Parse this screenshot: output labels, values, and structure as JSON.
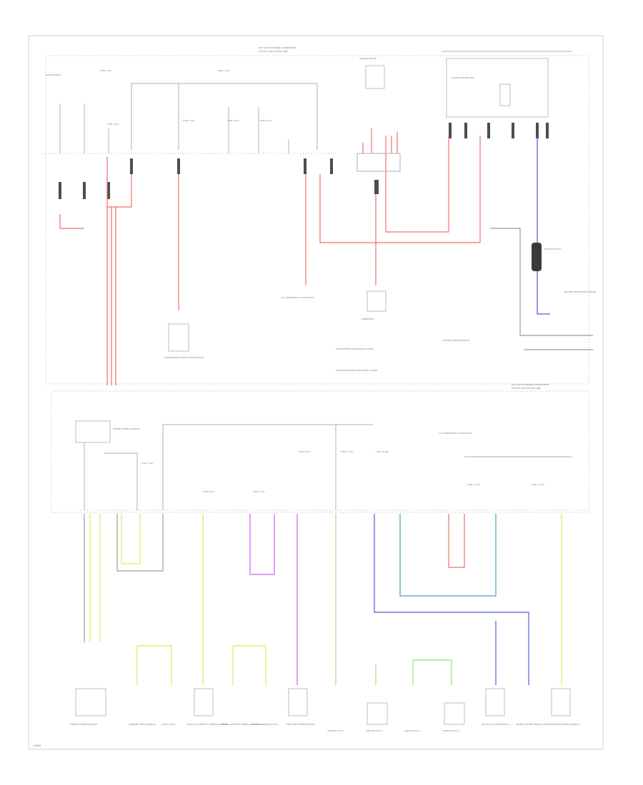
{
  "diagram": {
    "footer_code": "(1004)",
    "note_top": [
      "LEFT SIDE OF ENGINE COMPARTMENT",
      "BATTERY JUNCTION BOX (BJB)"
    ],
    "note_mid": [
      "LEFT SIDE OF ENGINE COMPARTMENT",
      "BATTERY JUNCTION BOX (BJB)"
    ],
    "components": [
      {
        "id": "starter-relay",
        "label": "STARTER RELAY"
      },
      {
        "id": "starter-motor",
        "label": "STARTER MOTOR"
      },
      {
        "id": "battery-monitor",
        "label": "BATTERY MONITORING SENSOR"
      },
      {
        "id": "megafuse",
        "label": "MEGAFUSE 275A"
      },
      {
        "id": "generator",
        "label": "GENERATOR"
      },
      {
        "id": "power-distribution",
        "label": "POWER DISTRIBUTION"
      },
      {
        "id": "battery-sensor",
        "label": "BATTERY SENSOR MODULE"
      },
      {
        "id": "powertrain-relay",
        "label": "POWERTRAIN CONTROL MODULE RELAY"
      },
      {
        "id": "ac-compressor-relay",
        "label": "A/C COMPRESSOR CLUTCH RELAY"
      },
      {
        "id": "engine-control",
        "label": "ENGINE CONTROL MODULE"
      },
      {
        "id": "canister-vent",
        "label": "CANISTER VENT SOLENOID"
      },
      {
        "id": "purge-valve",
        "label": "PURGE VALVE"
      },
      {
        "id": "exhaust-cam",
        "label": "EXHAUST CAMSHAFT TIMING SOLENOID"
      },
      {
        "id": "intake-cam",
        "label": "INTAKE CAMSHAFT TIMING SOLENOID"
      },
      {
        "id": "compressor-clutch",
        "label": "A/C COMPRESSOR CLUTCH"
      },
      {
        "id": "fuel-pump",
        "label": "FUEL PUMP DRIVER MODULE"
      },
      {
        "id": "ignition-coil-1",
        "label": "IGNITION COIL 1"
      },
      {
        "id": "ignition-coil-2",
        "label": "IGNITION COIL 2"
      },
      {
        "id": "ignition-coil-3",
        "label": "IGNITION COIL 3"
      },
      {
        "id": "ignition-coil-4",
        "label": "IGNITION COIL 4"
      },
      {
        "id": "heated-o2-1",
        "label": "HEATED OXYGEN SENSOR 11"
      },
      {
        "id": "heated-o2-2",
        "label": "HEATED OXYGEN SENSOR 12"
      },
      {
        "id": "transmission",
        "label": "TRANSMISSION CONTROL MODULE"
      }
    ],
    "fuses": [
      {
        "id": "F1",
        "label": "FUSE 1 30A"
      },
      {
        "id": "F2",
        "label": "FUSE 2 10A"
      },
      {
        "id": "F3",
        "label": "FUSE 3 20A"
      },
      {
        "id": "F4",
        "label": "FUSE 4 15A"
      },
      {
        "id": "F5",
        "label": "FUSE 5 10A"
      },
      {
        "id": "F6",
        "label": "FUSE 6 15A"
      },
      {
        "id": "F7",
        "label": "FUSE 7 20A"
      },
      {
        "id": "F8",
        "label": "FUSE 8 10A"
      },
      {
        "id": "F9",
        "label": "FUSE 9 15A"
      },
      {
        "id": "F10",
        "label": "FUSE 10 5A"
      },
      {
        "id": "F11",
        "label": "FUSE 11 10A"
      },
      {
        "id": "F12",
        "label": "FUSE 12 20A"
      },
      {
        "id": "F13",
        "label": "FUSE 13 15A"
      },
      {
        "id": "F14",
        "label": "FUSE 14 10A"
      }
    ],
    "legend": [
      "WITH BATTERY MONITORING SYSTEM",
      "WITHOUT BATTERY MONITORING SYSTEM"
    ]
  }
}
